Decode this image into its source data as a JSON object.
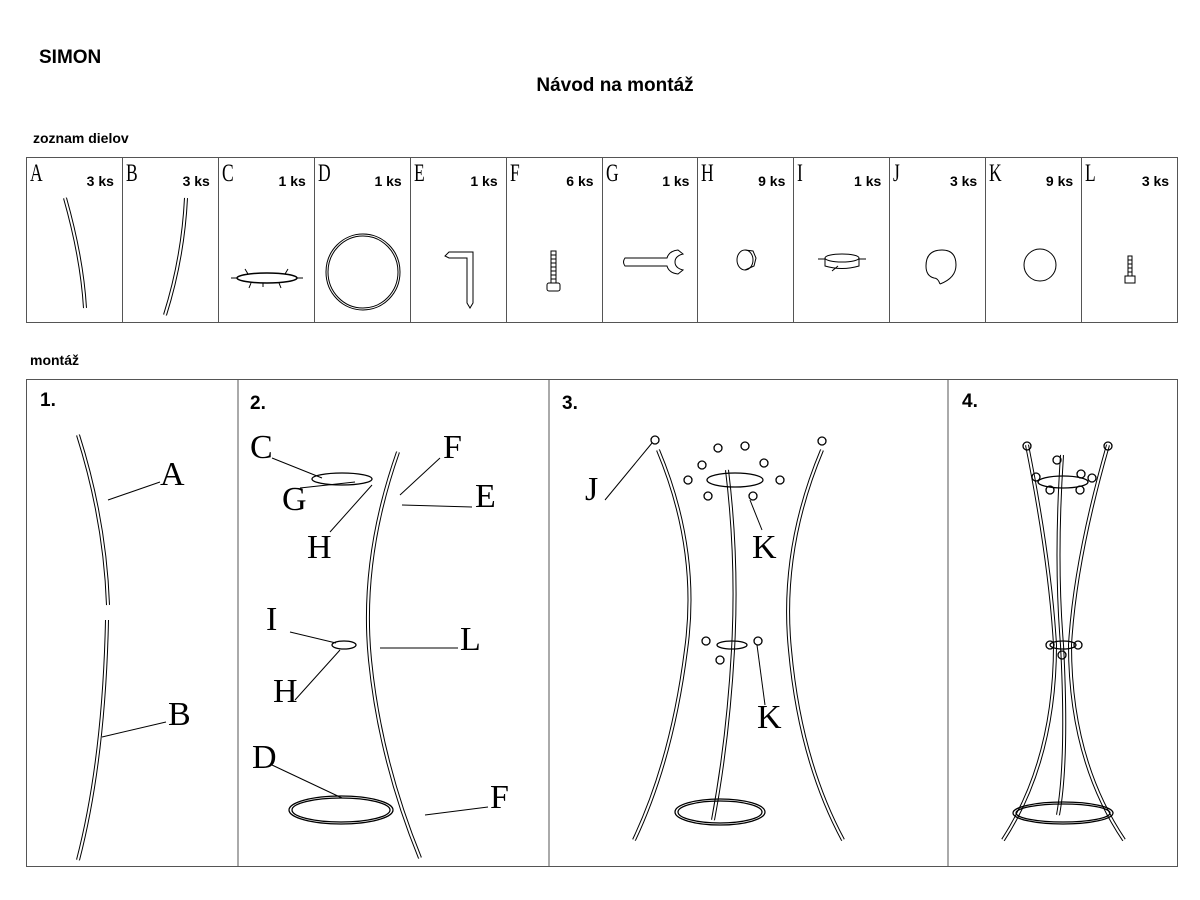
{
  "brand": "SIMON",
  "title": "Návod na montáž",
  "parts_heading": "zoznam dielov",
  "parts": [
    {
      "letter": "A",
      "qty": "3 ks",
      "icon": "curved-pole-a"
    },
    {
      "letter": "B",
      "qty": "3 ks",
      "icon": "curved-pole-b"
    },
    {
      "letter": "C",
      "qty": "1 ks",
      "icon": "top-ring"
    },
    {
      "letter": "D",
      "qty": "1 ks",
      "icon": "base-ring"
    },
    {
      "letter": "E",
      "qty": "1 ks",
      "icon": "allen-key"
    },
    {
      "letter": "F",
      "qty": "6 ks",
      "icon": "screw"
    },
    {
      "letter": "G",
      "qty": "1 ks",
      "icon": "wrench"
    },
    {
      "letter": "H",
      "qty": "9 ks",
      "icon": "nut"
    },
    {
      "letter": "I",
      "qty": "1 ks",
      "icon": "middle-ring"
    },
    {
      "letter": "J",
      "qty": "3 ks",
      "icon": "ball-cap"
    },
    {
      "letter": "K",
      "qty": "9 ks",
      "icon": "ball-knob"
    },
    {
      "letter": "L",
      "qty": "3 ks",
      "icon": "small-screw"
    }
  ],
  "assembly_heading": "montáž",
  "steps": [
    {
      "number": "1.",
      "callouts": [
        "A",
        "B"
      ]
    },
    {
      "number": "2.",
      "callouts": [
        "C",
        "F",
        "G",
        "E",
        "H",
        "I",
        "L",
        "H",
        "D",
        "F"
      ]
    },
    {
      "number": "3.",
      "callouts": [
        "J",
        "K",
        "K"
      ]
    },
    {
      "number": "4.",
      "callouts": []
    }
  ]
}
